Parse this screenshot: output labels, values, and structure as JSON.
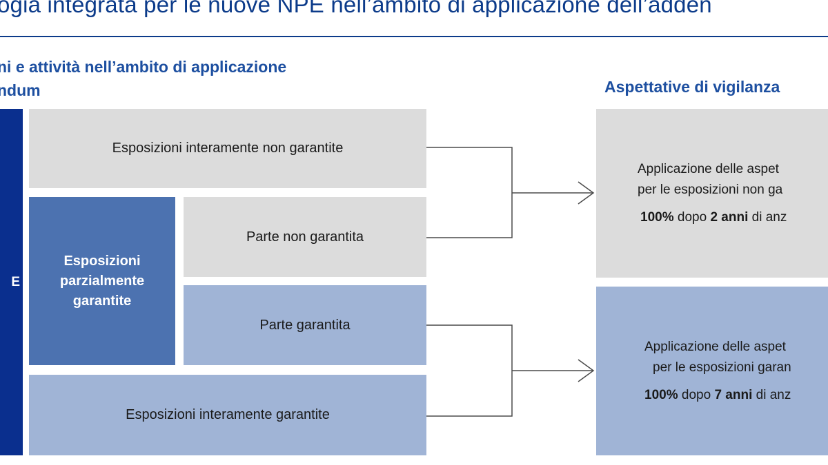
{
  "title": "ogia integrata per le nuove NPE nell’ambito di applicazione dell’adden",
  "left_heading": {
    "line1": "ni e attività nell’ambito di applicazione",
    "line2": "ndum"
  },
  "right_heading": "Aspettative di vigilanza",
  "side_label": "E",
  "boxes": {
    "unsecured": "Esposizioni interamente non garantite",
    "partial": "Esposizioni parzialmente garantite",
    "unsecured_part": "Parte non garantita",
    "secured_part": "Parte garantita",
    "secured": "Esposizioni interamente garantite"
  },
  "expectations": {
    "unsecured": {
      "line1": "Applicazione delle aspet",
      "line2": "per le esposizioni non ga",
      "pct": "100%",
      "mid": "dopo",
      "years": "2 anni",
      "tail": "di anz"
    },
    "secured": {
      "line1": "Applicazione delle aspet",
      "line2": "per le esposizioni garan",
      "pct": "100%",
      "mid": "dopo",
      "years": "7 anni",
      "tail": "di anz"
    }
  },
  "colors": {
    "navy": "#0a2f8e",
    "heading_blue": "#1d4fa0",
    "mid_blue": "#4c72b0",
    "light_blue": "#a0b4d6",
    "gray": "#dcdcdc",
    "connector": "#4a4a4a"
  }
}
